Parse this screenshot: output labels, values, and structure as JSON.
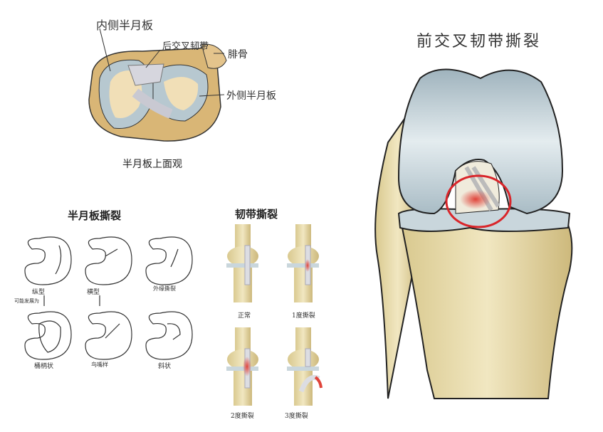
{
  "meniscus_top_view": {
    "caption": "半月板上面观",
    "labels": {
      "medial_meniscus": "内侧半月板",
      "pcl": "后交叉韧带",
      "fibula": "腓骨",
      "lateral_meniscus": "外侧半月板"
    }
  },
  "meniscus_tears": {
    "title": "半月板撕裂",
    "types": [
      {
        "label": "纵型"
      },
      {
        "label": "横型"
      },
      {
        "label": "外缘撕裂"
      },
      {
        "label": "桶柄状"
      },
      {
        "label": "鸟嘴样"
      },
      {
        "label": "斜状"
      }
    ],
    "arrow_note": "可能发展为"
  },
  "ligament_tears": {
    "title": "韧带撕裂",
    "grades": [
      {
        "label": "正常"
      },
      {
        "label": "1度撕裂"
      },
      {
        "label": "2度撕裂"
      },
      {
        "label": "3度撕裂"
      }
    ]
  },
  "acl_tear": {
    "title": "前交叉韧带撕裂",
    "highlight_color": "#d9252a"
  },
  "colors": {
    "bone": "#ebdfae",
    "cartilage": "#c9d6dc",
    "ligament": "#dcdde2",
    "tear": "#e0443a"
  }
}
